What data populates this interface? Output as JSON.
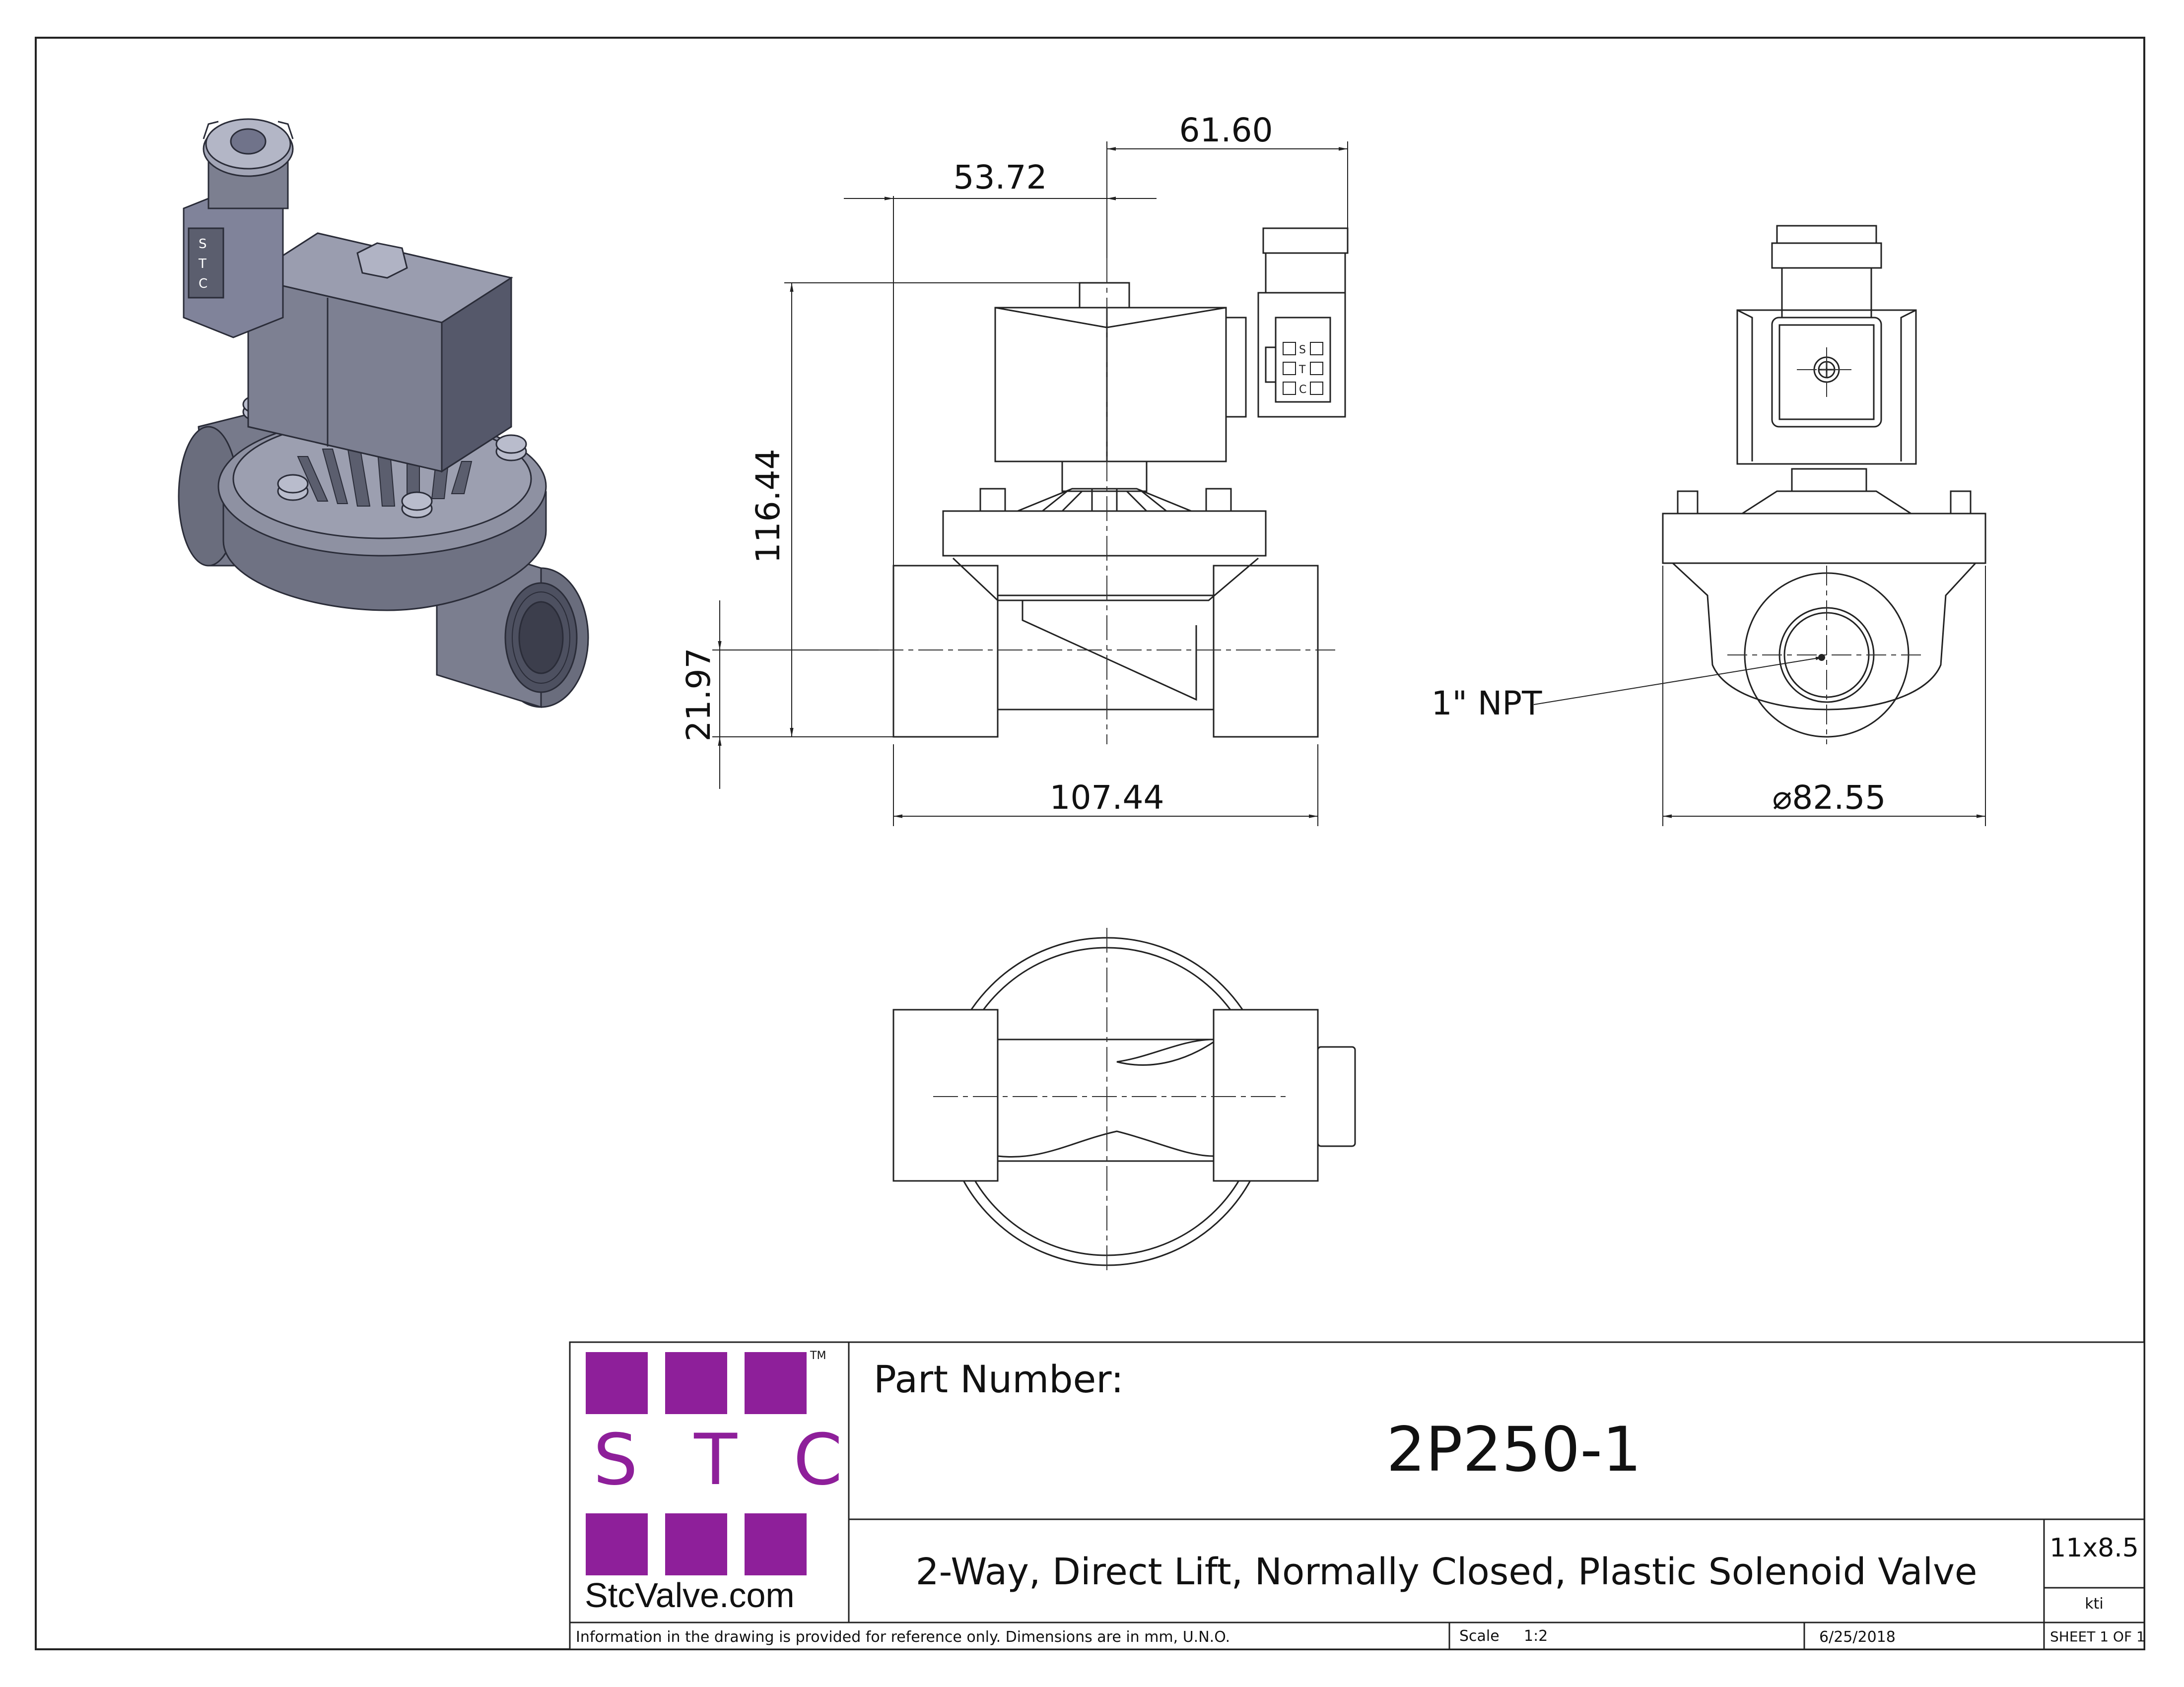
{
  "drawing": {
    "dimensions": {
      "d_53_72": "53.72",
      "d_61_60": "61.60",
      "d_116_44": "116.44",
      "d_21_97": "21.97",
      "d_107_44": "107.44",
      "d_82_55": "⌀82.55"
    },
    "callout": "1\" NPT",
    "coil_marking": [
      "S",
      "T",
      "C"
    ]
  },
  "logo": {
    "letters": "S T C",
    "trademark": "TM",
    "website": "StcValve.com",
    "brand_color": "#8e1f9a"
  },
  "title_block": {
    "part_number_label": "Part Number:",
    "part_number": "2P250-1",
    "description": "2-Way, Direct Lift, Normally Closed, Plastic Solenoid Valve",
    "paper_size": "11x8.5",
    "drawn_by": "kti",
    "note": "Information in the drawing is provided for reference only. Dimensions are in mm, U.N.O.",
    "scale_label": "Scale",
    "scale": "1:2",
    "date": "6/25/2018",
    "sheet": "SHEET 1 OF 1"
  }
}
